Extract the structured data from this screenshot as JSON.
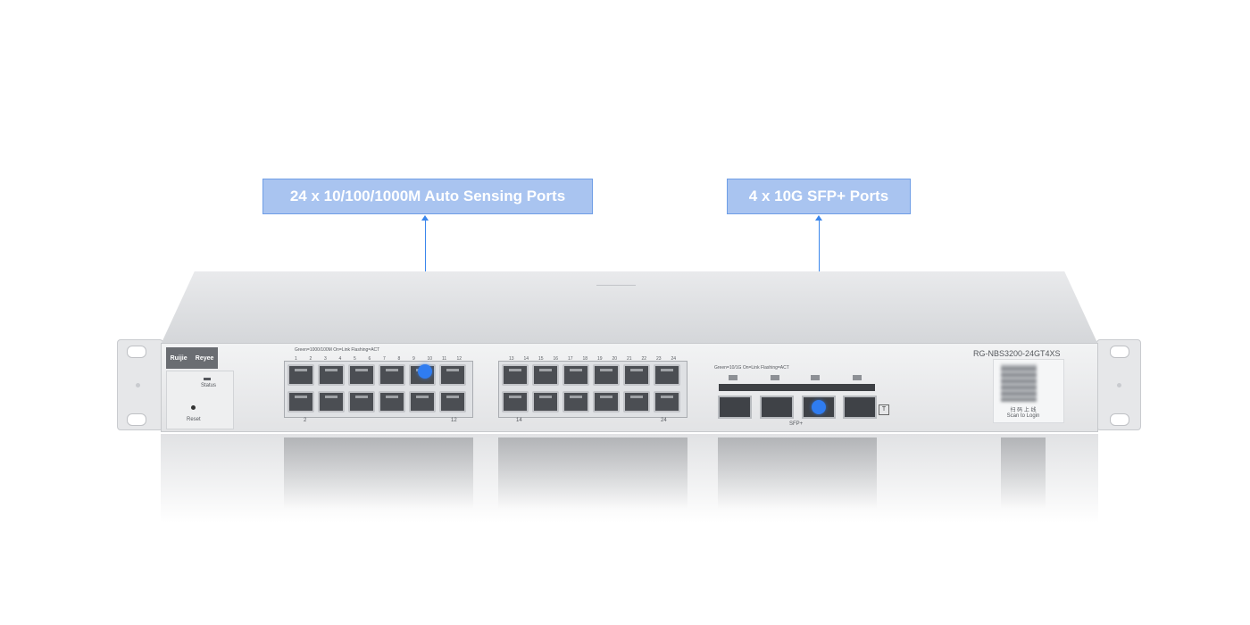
{
  "callouts": {
    "ports_rj45": "24 x 10/100/1000M Auto Sensing Ports",
    "ports_sfp": "4 x 10G SFP+ Ports"
  },
  "device": {
    "brand_left": "Ruijie",
    "brand_right": "Reyee",
    "model": "RG-NBS3200-24GT4XS",
    "status_label": "Status",
    "reset_label": "Reset",
    "rj45_legend": "Green=1000/100M  On=Link  Flashing=ACT",
    "sfp_legend": "Green=10/1G  On=Link  Flashing=ACT",
    "sfp_label": "SFP+",
    "port_numbers_a": [
      "1",
      "2",
      "3",
      "4",
      "5",
      "6",
      "7",
      "8",
      "9",
      "10",
      "11",
      "12"
    ],
    "port_numbers_b": [
      "13",
      "14",
      "15",
      "16",
      "17",
      "18",
      "19",
      "20",
      "21",
      "22",
      "23",
      "24"
    ],
    "bottom_labels": [
      "2",
      "12",
      "14",
      "24"
    ],
    "scan_text": "Scan to Login",
    "qr_cn": "扫 码 上 线"
  },
  "colors": {
    "callout_fill": "#a9c4f0",
    "callout_border": "#6f9ee6",
    "leader": "#3a86ec",
    "highlight": "#2f7cf0"
  }
}
